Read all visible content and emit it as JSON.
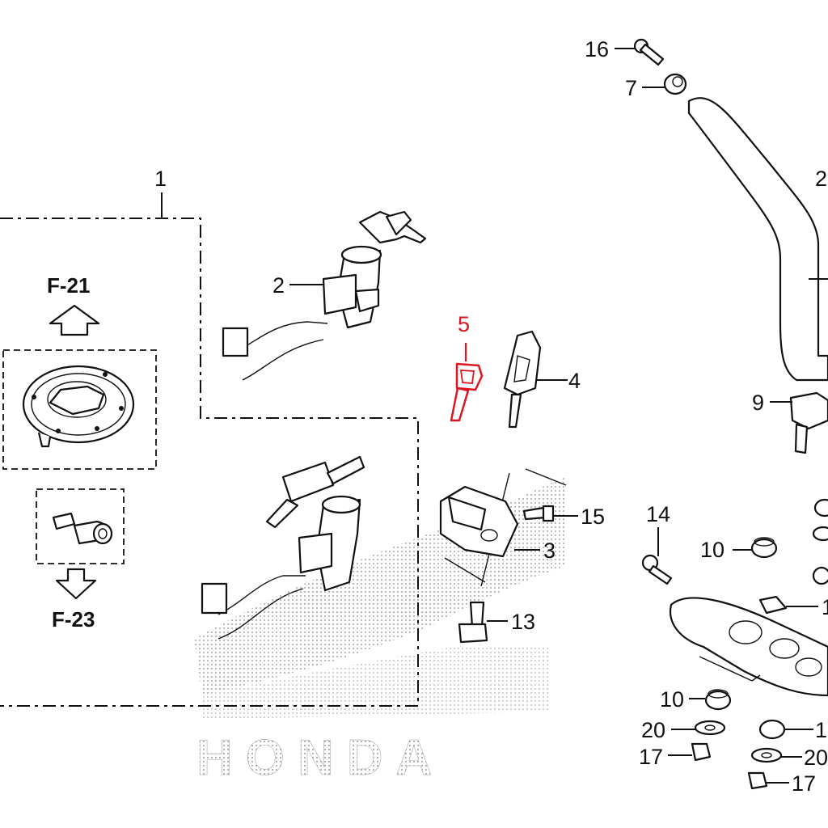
{
  "diagram": {
    "callouts": {
      "c1": "1",
      "c2a": "2",
      "c2b": "2",
      "c3": "3",
      "c4": "4",
      "c5": "5",
      "c7": "7",
      "c9": "9",
      "c10a": "10",
      "c10b": "10",
      "c1x": "1",
      "c13": "13",
      "c14": "14",
      "c15": "15",
      "c16": "16",
      "c17a": "17",
      "c17b": "17",
      "c20a": "20",
      "c20b": "20",
      "c1y": "1"
    },
    "refs": {
      "top": "F-21",
      "bottom": "F-23"
    },
    "watermark": "HONDA",
    "colors": {
      "highlight": "#e0141e",
      "ink": "#111111",
      "dots": "#9a9a9a"
    }
  }
}
